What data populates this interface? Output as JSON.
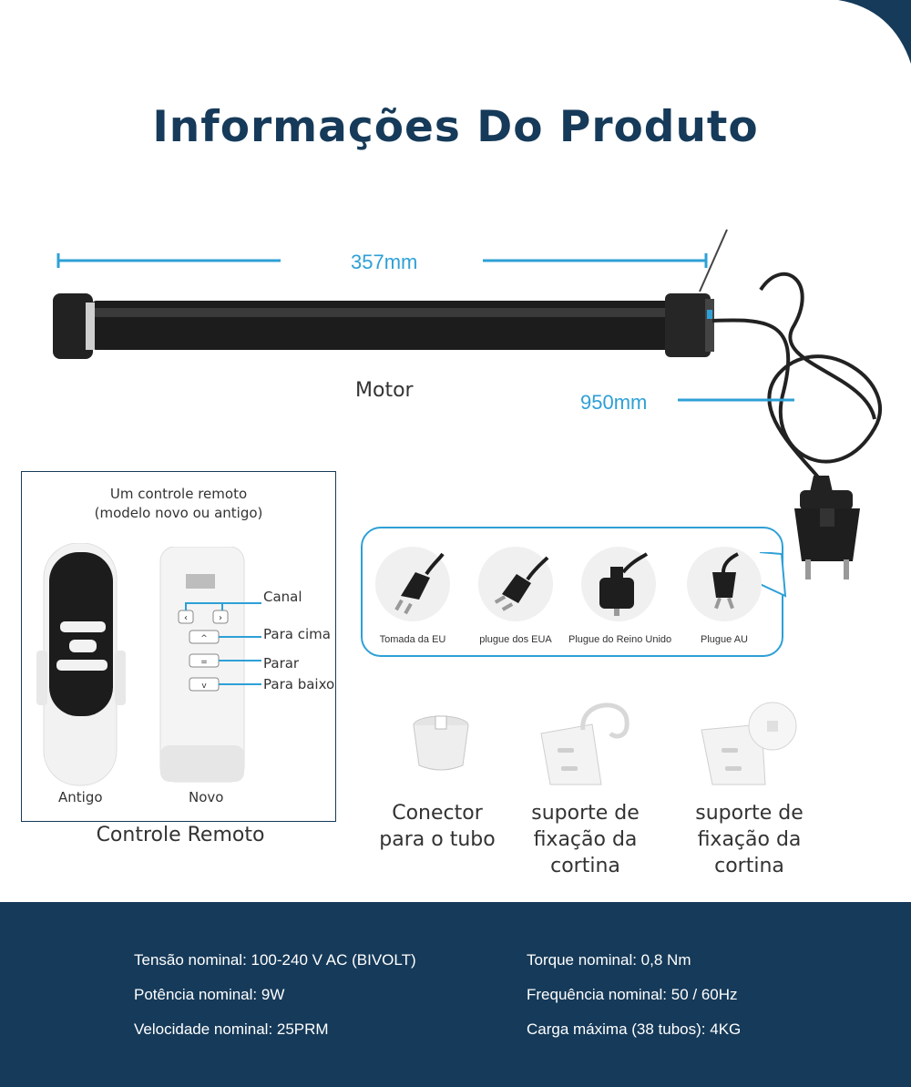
{
  "title": "Informações Do Produto",
  "motor": {
    "length": "357mm",
    "label": "Motor",
    "cable_length": "950mm"
  },
  "remote": {
    "title_line1": "Um controle remoto",
    "title_line2": "(modelo novo ou antigo)",
    "callouts": {
      "channel": "Canal",
      "up": "Para cima",
      "stop": "Parar",
      "down": "Para baixo"
    },
    "old_label": "Antigo",
    "new_label": "Novo",
    "caption": "Controle Remoto"
  },
  "plugs": [
    {
      "label": "Tomada da EU",
      "icon": "eu-plug-icon"
    },
    {
      "label": "plugue dos EUA",
      "icon": "us-plug-icon"
    },
    {
      "label": "Plugue do Reino Unido",
      "icon": "uk-plug-icon"
    },
    {
      "label": "Plugue AU",
      "icon": "au-plug-icon"
    }
  ],
  "accessories": [
    {
      "line1": "Conector",
      "line2": "para o tubo",
      "line3": ""
    },
    {
      "line1": "suporte de",
      "line2": "fixação da",
      "line3": "cortina"
    },
    {
      "line1": "suporte de",
      "line2": "fixação da",
      "line3": "cortina"
    }
  ],
  "specs": {
    "left": [
      "Tensão nominal: 100-240 V AC (BIVOLT)",
      "Potência nominal: 9W",
      "Velocidade nominal: 25PRM"
    ],
    "right": [
      "Torque nominal: 0,8 Nm",
      "Frequência nominal: 50 / 60Hz",
      "Carga máxima (38 tubos): 4KG"
    ]
  },
  "colors": {
    "brand_navy": "#163a59",
    "accent_blue": "#2ea0d6",
    "spec_text": "#ffffff"
  }
}
